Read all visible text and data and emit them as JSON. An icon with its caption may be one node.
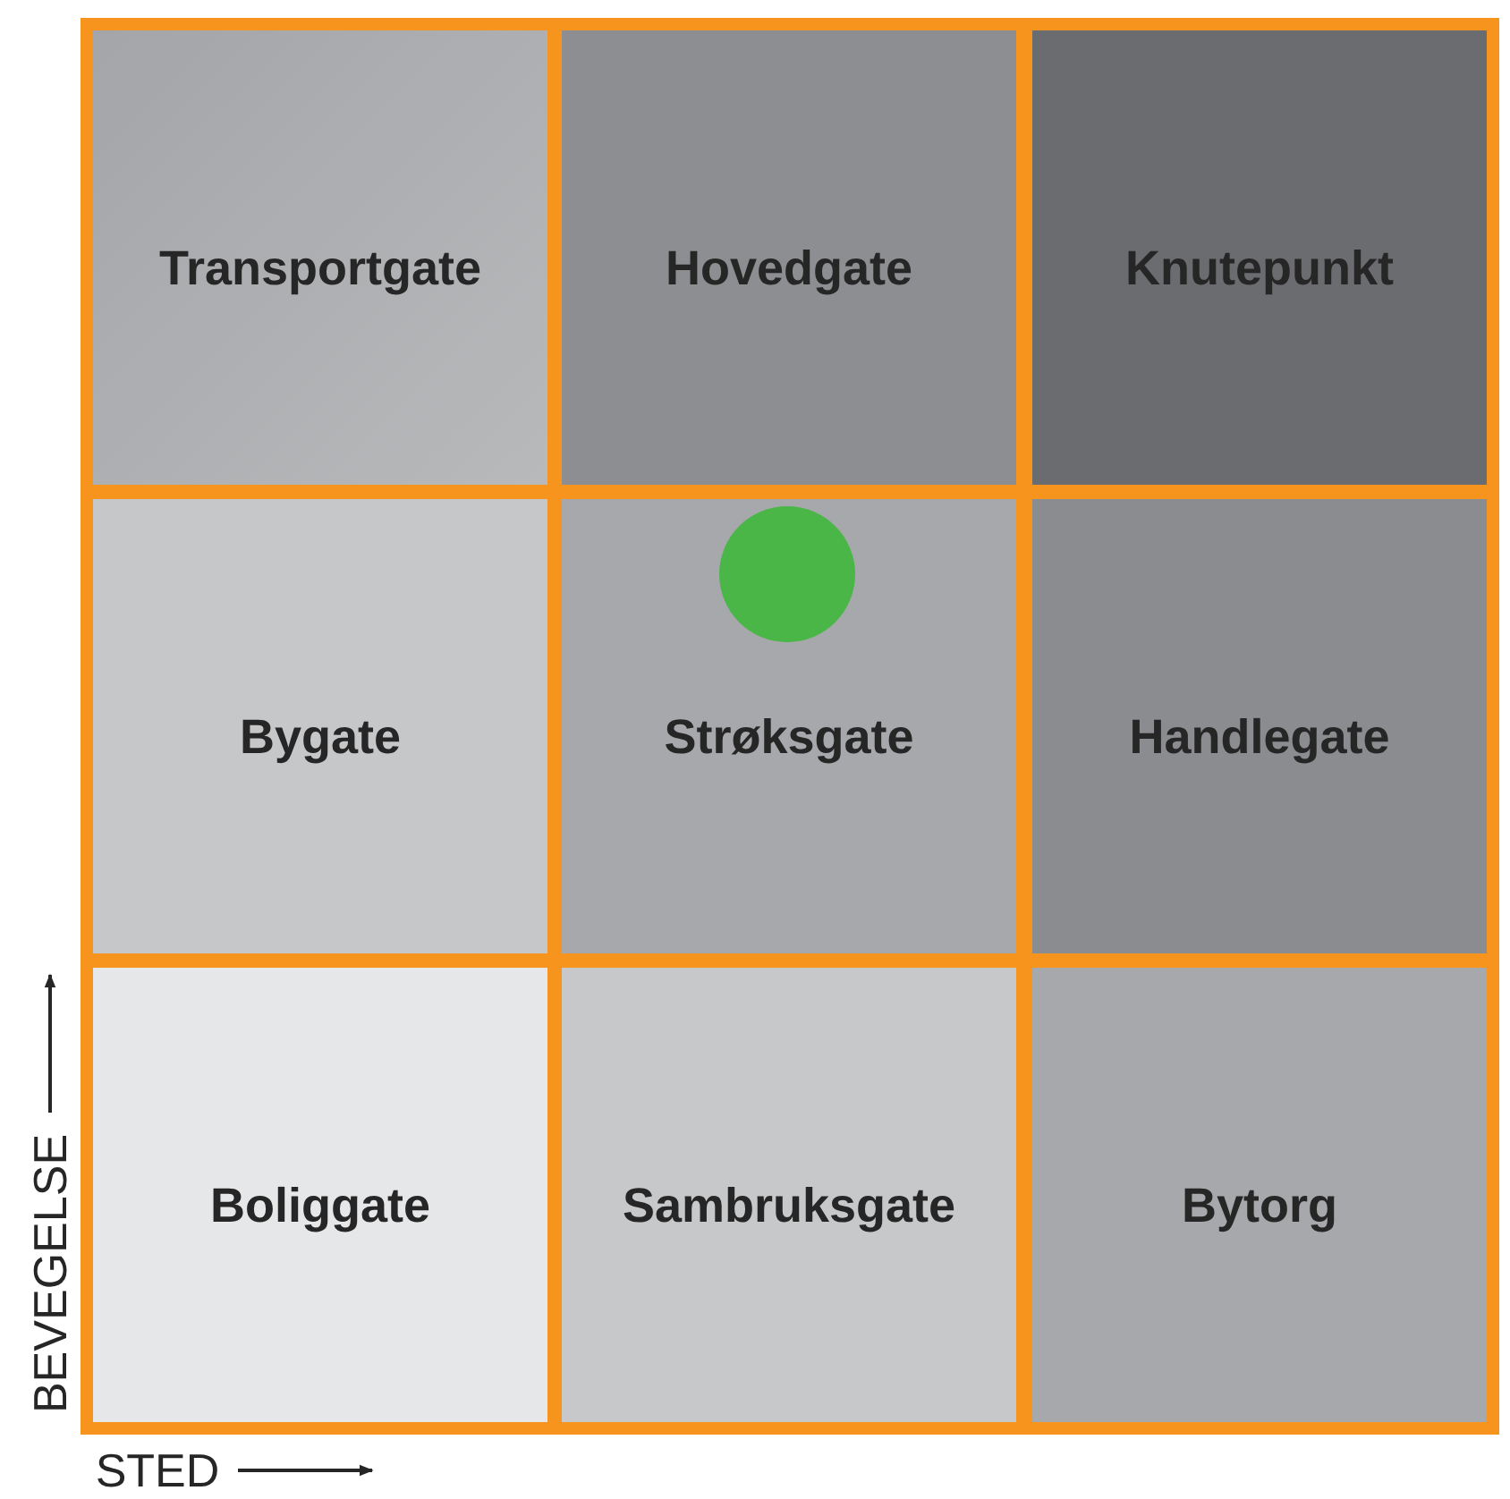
{
  "diagram": {
    "nodes": [
      {
        "text": [
          "Transportgate"
        ]
      },
      {
        "text": [
          "Hovedgate"
        ]
      },
      {
        "text": [
          "Knutepunkt"
        ]
      },
      {
        "text": [
          "Bygate"
        ]
      },
      {
        "text": [
          "Strøksgate"
        ]
      },
      {
        "text": [
          "Handlegate"
        ]
      },
      {
        "text": [
          "Boliggate"
        ]
      },
      {
        "text": [
          "Sambruksgate"
        ]
      },
      {
        "text": [
          "Bytorg"
        ]
      },
      {
        "text": [],
        "shape": "circle",
        "in": 4
      }
    ],
    "labels": [
      "BEVEGELSE",
      "STED"
    ]
  }
}
